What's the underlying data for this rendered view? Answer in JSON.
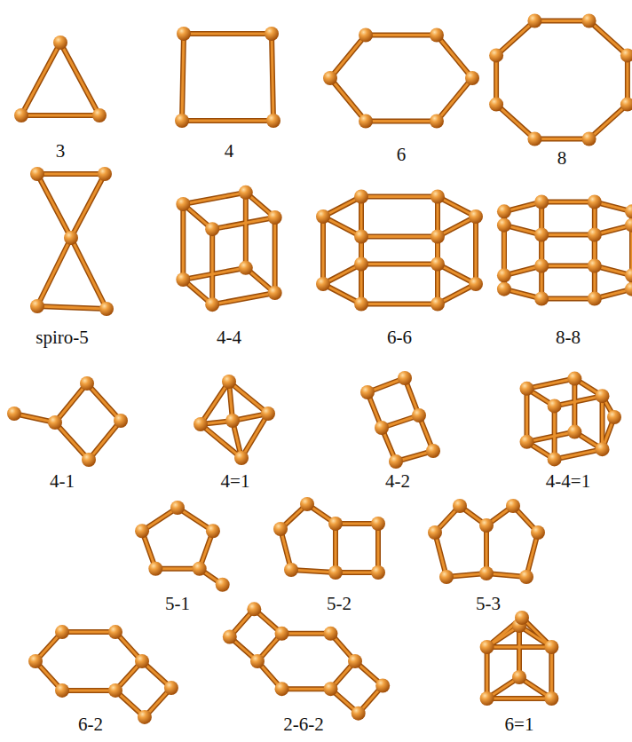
{
  "diagram": {
    "labels": [
      "3",
      "4",
      "6",
      "8",
      "spiro-5",
      "4-4",
      "6-6",
      "8-8",
      "4-1",
      "4=1",
      "4-2",
      "4-4=1",
      "5-1",
      "5-2",
      "5-3",
      "6-2",
      "2-6-2",
      "6=1"
    ]
  }
}
